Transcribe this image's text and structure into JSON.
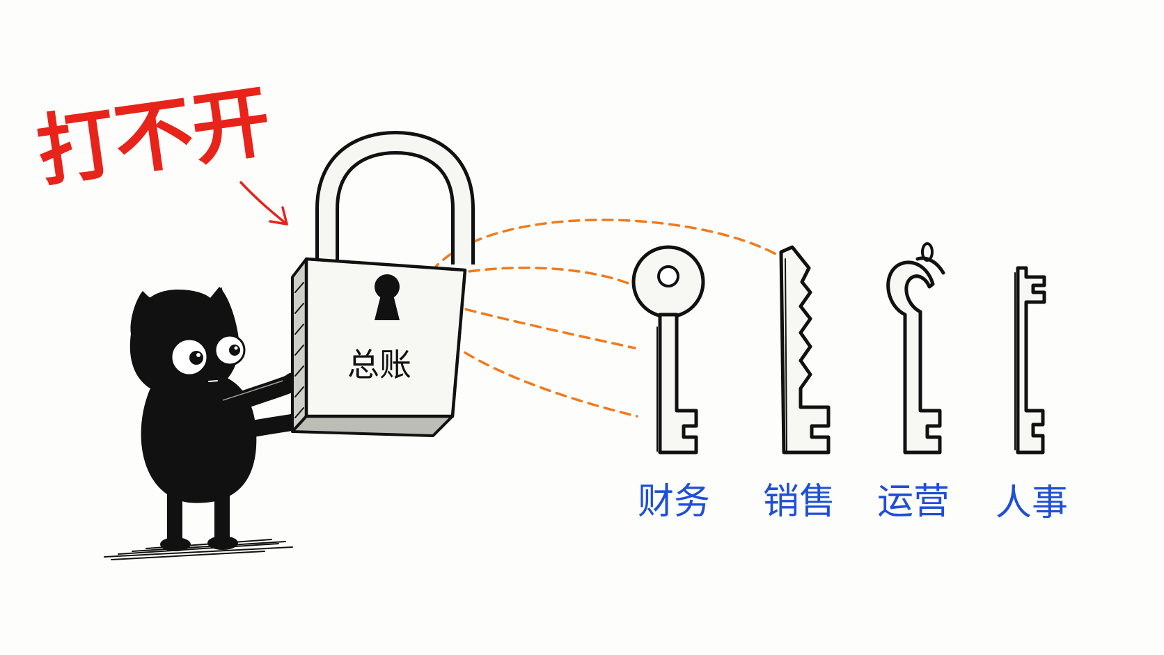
{
  "warning": {
    "text": "打不开",
    "color": "#e8231a"
  },
  "padlock": {
    "label": "总账"
  },
  "keys": [
    {
      "label": "财务"
    },
    {
      "label": "销售"
    },
    {
      "label": "运营"
    },
    {
      "label": "人事"
    }
  ],
  "colors": {
    "ink": "#111111",
    "dash_lines": "#f07a1c",
    "key_labels": "#1f4fd8"
  }
}
